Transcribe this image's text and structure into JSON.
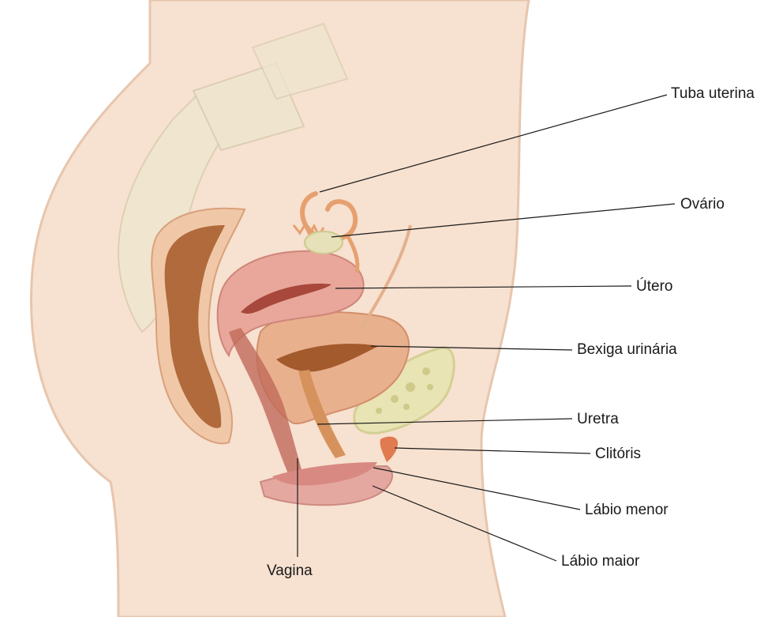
{
  "labels": {
    "tuba": "Tuba uterina",
    "ovario": "Ovário",
    "utero": "Útero",
    "bexiga": "Bexiga urinária",
    "uretra": "Uretra",
    "clitoris": "Clitóris",
    "labio_menor": "Lábio menor",
    "labio_maior": "Lábio maior",
    "vagina": "Vagina"
  },
  "colors": {
    "skin": "#f7e1d0",
    "skin_edge": "#e7c6ae",
    "bone": "#efe6cf",
    "rectum": "#b06a3c",
    "uterus": "#e8a79a",
    "bladder": "#e9b08e",
    "pubic_bone": "#e8e4b4",
    "ovary": "#e6e1b8",
    "line": "#1a1a1a"
  }
}
